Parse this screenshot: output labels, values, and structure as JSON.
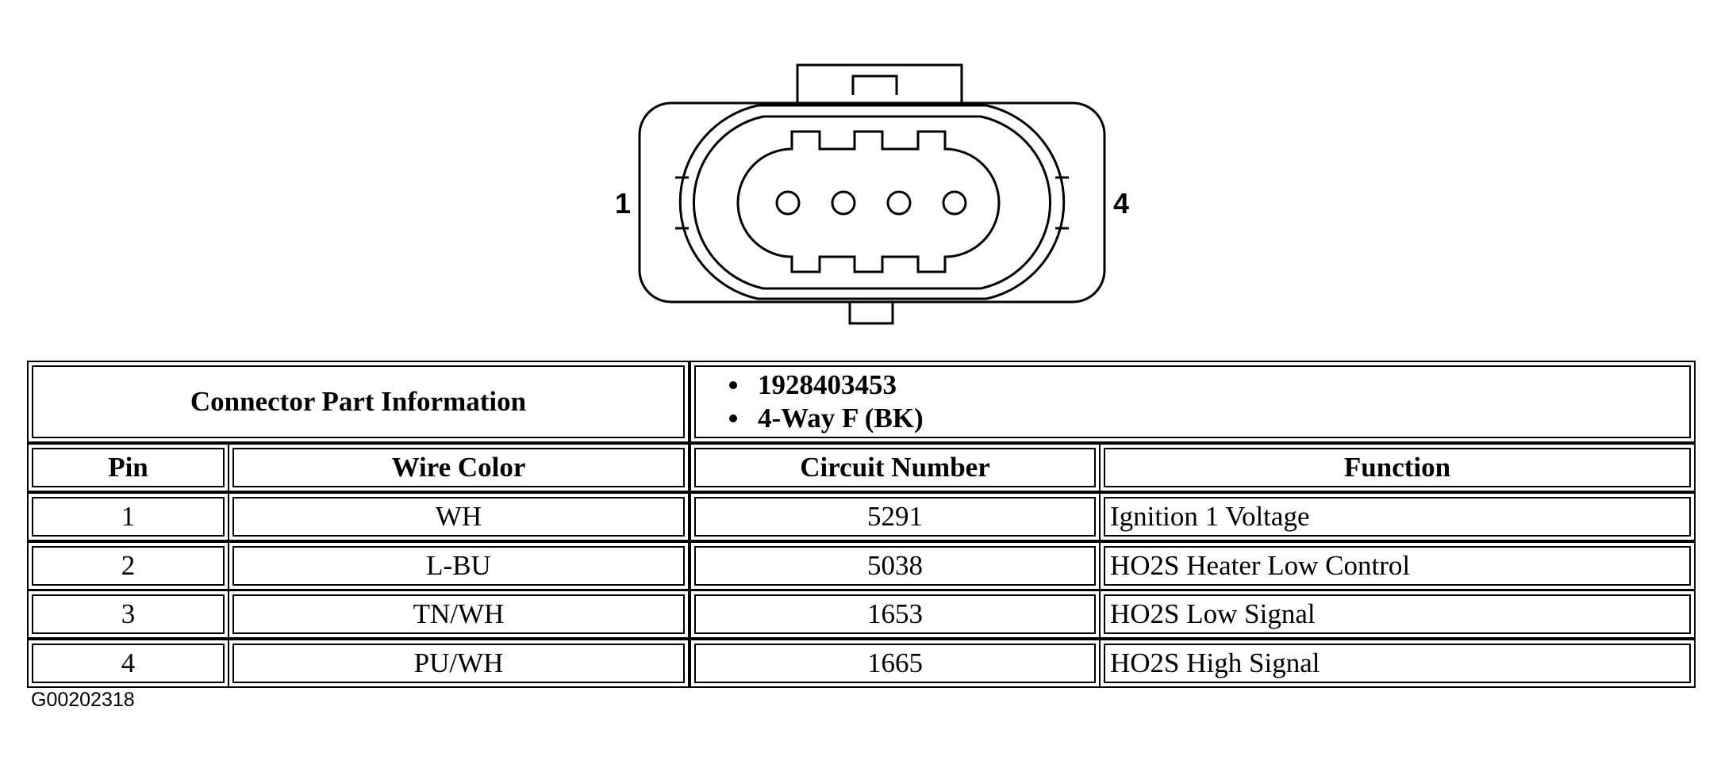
{
  "diagram": {
    "pin_left_label": "1",
    "pin_right_label": "4",
    "pin_count": 4
  },
  "table": {
    "part_info_label": "Connector Part Information",
    "part_info_items": [
      "1928403453",
      "4-Way F (BK)"
    ],
    "headers": [
      "Pin",
      "Wire Color",
      "Circuit Number",
      "Function"
    ],
    "rows": [
      {
        "pin": "1",
        "wire_color": "WH",
        "circuit": "5291",
        "function": "Ignition 1 Voltage"
      },
      {
        "pin": "2",
        "wire_color": "L-BU",
        "circuit": "5038",
        "function": "HO2S Heater Low Control"
      },
      {
        "pin": "3",
        "wire_color": "TN/WH",
        "circuit": "1653",
        "function": "HO2S Low Signal"
      },
      {
        "pin": "4",
        "wire_color": "PU/WH",
        "circuit": "1665",
        "function": "HO2S High Signal"
      }
    ]
  },
  "figure_id": "G00202318"
}
